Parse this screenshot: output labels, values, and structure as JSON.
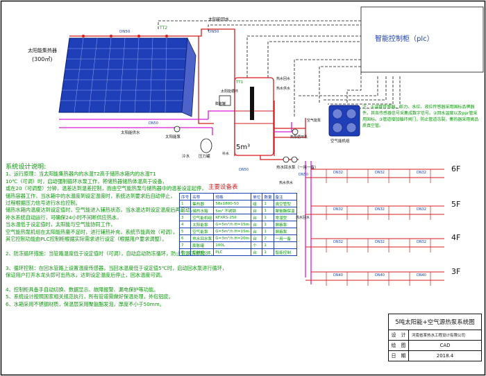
{
  "diagram": {
    "colors": {
      "water_pipe": "#d81b1b",
      "control_wire": "#111111",
      "flow_pipe": "#d81bd8",
      "note_text": "#0a9a0a",
      "label_text": "#1a3fb5"
    },
    "top_labels": {
      "dn_left": "DN50",
      "tt2": "TT2",
      "return_loop": "太阳能回水",
      "dn_right": "DN50"
    },
    "collector": {
      "title": "太阳能集热器",
      "area": "(300㎡)"
    },
    "controller": {
      "label": "智能控制柜（plc）"
    },
    "tank": {
      "capacity": "5m³",
      "tt1": "TT1",
      "solar_loop": "太阳能循环",
      "hot_return": "热水回水",
      "hot_supply": "热水供水",
      "makeup": "补水",
      "supply_tag": "太阳能供水",
      "heat_pump_loop": "热泵循环泵"
    },
    "components": {
      "solar_pump": "太阳能泵",
      "expansion": "膨胀罐",
      "pressure_tank": "压力罐",
      "cold_water": "冷水",
      "heat_pump_pump": "空气能泵",
      "heat_pump": "空气能机组",
      "return_pump": "热水回水泵（一用一备）",
      "dn_pump": "DN50",
      "dn_tank": "DN50",
      "dn_riser": "DN50"
    },
    "controller_note": "注：①温度传感器、压力、水位、液位传感器采用国标品牌器件。其各传感器信号采集成数字信号。②回水温度以及ppr管采用国标。③管道增加循环阀门，防止管道冻裂，集热器采用高品质真空管。",
    "floors": [
      {
        "label": "6F",
        "dn1": "DN32",
        "dn2": "DN32",
        "dn3": "DN32"
      },
      {
        "label": "5F",
        "dn1": "DN32",
        "dn2": "DN32",
        "dn3": "DN32"
      },
      {
        "label": "4F",
        "dn1": "DN32",
        "dn2": "DN32",
        "dn3": "DN32"
      },
      {
        "label": "3F",
        "dn1": "DN40",
        "dn2": "DN40",
        "dn3": "DN40"
      }
    ],
    "riser_labels": {
      "hot_supply": "热水供水",
      "hot_return": "热水回水",
      "dn": "DN50"
    }
  },
  "notes": {
    "title": "系统设计说明:",
    "lines": [
      "1、运行原理：当太阳能集热器内的水温T2高于储热水箱内的水温T1",
      "10℃（可调）时，启动强制循环水泵工作，将储热器储热体温高于设备，",
      "或在20（可调整）分钟，温差达到温差控制，而由空气能热泵与储热器中的温差设定起停，",
      "储热容器工作，当水箱中的水温度到设定温度时，系统达到要求后自动停止，",
      "过程根据压力信号进行水位控制。",
      "储热水箱内温度达到设定值时，空气能进入辅热状态，当水温达到设定温度后再启动，",
      "补水系统自动运行，可确保24小时不间断供应热水，",
      "当水温低于设定值时，太阳能与空气能协同工作，",
      "空气能热泵机组在太阳能热量不足时，进行辅热补充，系统节能高效（可调），",
      "其它控制功能由PLC控制柜根据实际需求进行设定（根据用户要求调整）。",
      "",
      "2、防冻循环措施：当管路温度低于设定值时（可调），自动启动防冻循环，防止管路冻结损坏。",
      "",
      "3、循环控制：在回水管路上设置温度传感器，当回水温度低于设定值5℃时，启动回水泵进行循环，",
      "保证用户打开水龙头即可出热水，达到设定温度后停止，回水温度可调。",
      "",
      "4、控制柜具备手自动切换、数据显示、故障报警、漏电保护等功能。",
      "5、系统设计按照国家相关规范执行，所有管道需做好保温处理，外包铝皮。",
      "6、水箱采用不锈钢材质，保温层采用聚氨酯发泡，厚度不小于50mm。"
    ]
  },
  "equipment": {
    "title": "主要设备表",
    "headers": [
      "序号",
      "名称",
      "规格",
      "单位",
      "数量",
      "备注"
    ],
    "rows": [
      [
        "1",
        "集热器",
        "58x1800-50",
        "组",
        "1",
        "真空管型"
      ],
      [
        "2",
        "储热水箱",
        "5m³ 不锈钢",
        "台",
        "1",
        "聚氨酯保温"
      ],
      [
        "3",
        "空气能机组",
        "KFXRS-25II",
        "台",
        "1",
        "常温型"
      ],
      [
        "4",
        "太阳能泵",
        "G=5m³/h H=15m",
        "台",
        "1",
        "屏蔽泵"
      ],
      [
        "5",
        "空气能泵",
        "G=5m³/h H=15m",
        "台",
        "1",
        "屏蔽泵"
      ],
      [
        "6",
        "热水回水泵",
        "G=3m³/h H=20m",
        "台",
        "2",
        "一用一备"
      ],
      [
        "7",
        "膨胀罐",
        "100L",
        "个",
        "1",
        ""
      ],
      [
        "8",
        "控制柜",
        "PLC",
        "台",
        "1",
        "智能控制"
      ]
    ]
  },
  "title_block": {
    "project": "5吨太阳能+空气源热泵系统图",
    "design_label": "设　计",
    "design_value": "河南省某热水工程设计有限公司",
    "drawn_label": "绘　图",
    "drawn_value": "CAD",
    "date_label": "日　期",
    "date_value": "2018.4"
  }
}
